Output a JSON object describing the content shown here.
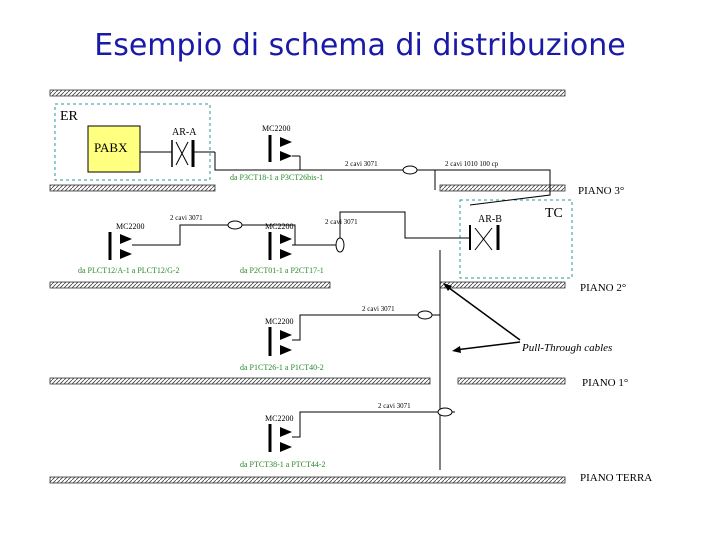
{
  "title": "Esempio di schema di distribuzione",
  "rooms": {
    "er": "ER",
    "tc": "TC"
  },
  "pabx": "PABX",
  "racks": {
    "ar_a": "AR-A",
    "ar_b": "AR-B"
  },
  "floors": {
    "p3": "PIANO 3°",
    "p2": "PIANO 2°",
    "p1": "PIANO 1°",
    "pt": "PIANO TERRA"
  },
  "device_labels": {
    "mc_top": "MC2200",
    "mc_left": "MC2200",
    "mc_mid": "MC2200",
    "mc_p2": "MC2200",
    "mc_p1": "MC2200"
  },
  "cable_labels": {
    "c1": "2 cavi 3071",
    "c2": "2 cavi 1010 100 cp",
    "c3": "2 cavi 3071",
    "c4": "2 cavi 3071",
    "c5": "2 cavi 3071",
    "c6": "2 cavi 3071"
  },
  "range_labels": {
    "r3": "da P3CT18-1 a P3CT26bis-1",
    "r2a": "da PLCT12/A-1 a PLCT12/G-2",
    "r2b": "da P2CT01-1 a P2CT17-1",
    "r1": "da P1CT26-1 a P1CT40-2",
    "rt": "da PTCT38-1 a PTCT44-2"
  },
  "pull_through": "Pull-Through cables",
  "colors": {
    "title": "#1a1aa6",
    "pabx": "#ffff80",
    "green_text": "#2a8a2a",
    "dash": "#2a9a9a"
  }
}
